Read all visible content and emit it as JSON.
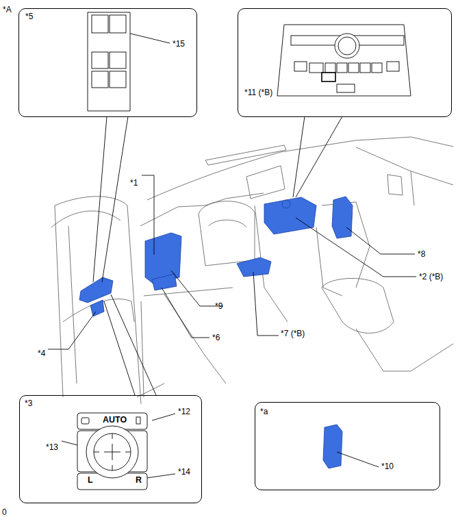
{
  "diagram": {
    "nodes": [
      {
        "text": [
          "*5",
          "*15"
        ]
      },
      {
        "text": [
          "*11 (*B)"
        ]
      },
      {
        "text": [
          "*3",
          "AUTO",
          "L",
          "R",
          "*12",
          "*13",
          "*14"
        ]
      },
      {
        "text": [
          "*a",
          "*10"
        ]
      }
    ],
    "labels": [
      "*A",
      "*1",
      "*9",
      "*6",
      "*4",
      "*7 (*B)",
      "*8",
      "*2 (*B)",
      "0"
    ]
  }
}
